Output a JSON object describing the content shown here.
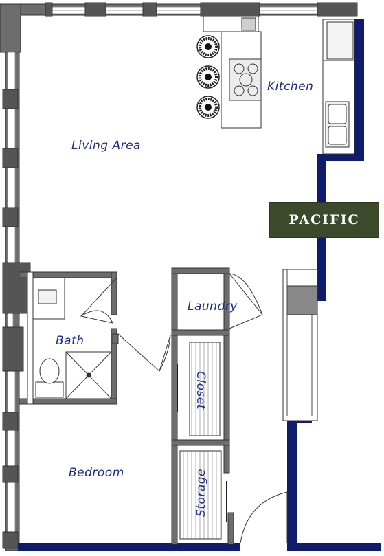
{
  "rooms": {
    "living_area": "Living Area",
    "kitchen": "Kitchen",
    "bath": "Bath",
    "laundry": "Laundry",
    "closet": "Closet",
    "bedroom": "Bedroom",
    "storage": "Storage"
  },
  "brand": {
    "name": "PACIFIC"
  },
  "colors": {
    "wall_gray": "#6d6d6d",
    "wall_blue": "#0f1c6e",
    "label_blue": "#1e2a8c",
    "brand_bg": "#3c4a2b"
  }
}
